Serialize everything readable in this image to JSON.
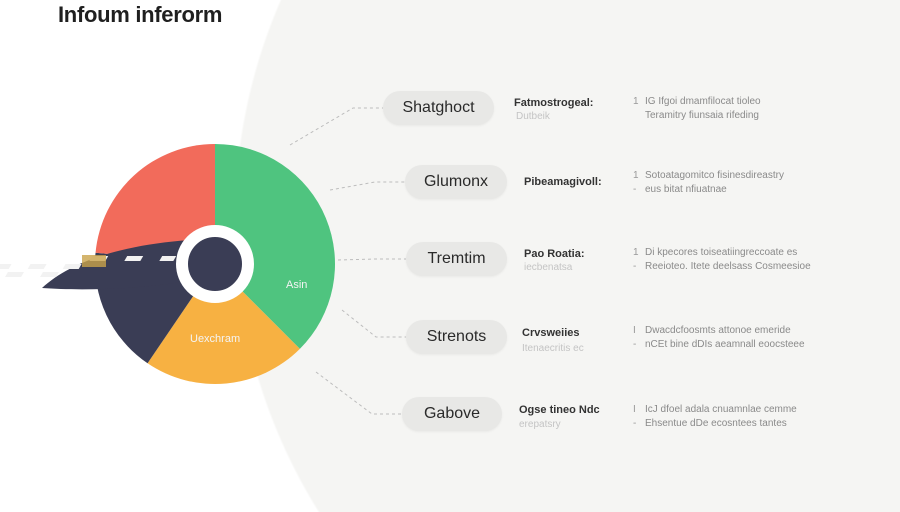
{
  "title": "Infoum inferorm",
  "pie": {
    "segments": [
      {
        "label": "",
        "share": 23.5,
        "color": "#f26b5b"
      },
      {
        "label": "Asin",
        "share": 37.5,
        "color": "#4fc47f"
      },
      {
        "label": "Uexchram",
        "share": 22,
        "color": "#f7b142"
      },
      {
        "label": "",
        "share": 17,
        "color": "#3a3d55"
      }
    ],
    "center_color": "#3a3d55"
  },
  "rows": [
    {
      "pill": "Shatghoct",
      "heading": "Fatmostrogeal:",
      "sub": "Dutbeik",
      "bullets": [
        "IG Ifgoi dmamfilocat tioleo",
        "Teramitry fiunsaia rifeding"
      ],
      "markers": [
        "1",
        ""
      ]
    },
    {
      "pill": "Glumonx",
      "heading": "Pibeamagivoll:",
      "sub": "",
      "bullets": [
        "Sotoatagomitco fisinesdireastry",
        "eus bitat nfiuatnae"
      ],
      "markers": [
        "1",
        "-"
      ]
    },
    {
      "pill": "Tremtim",
      "heading": "Pao Roatia:",
      "sub": "iecbenatsa",
      "bullets": [
        "Di kpecores toiseatiingreccoate es",
        "Reeioteo. Itete deelsass Cosmeesioe"
      ],
      "markers": [
        "1",
        "-"
      ]
    },
    {
      "pill": "Strenots",
      "heading": "Crvsweiies",
      "sub": "Itenaecritis ec",
      "bullets": [
        "Dwacdcfoosmts attonoe emeride",
        "nCEt bine dDIs aeamnall eoocsteee"
      ],
      "markers": [
        "I",
        "-"
      ]
    },
    {
      "pill": "Gabove",
      "heading": "Ogse tineo Ndc",
      "sub": "erepatsry",
      "bullets": [
        "IcJ dfoel adala cnuamnlae cemme",
        "Ehsentue dDe ecosntees tantes"
      ],
      "markers": [
        "I",
        "-"
      ]
    }
  ]
}
